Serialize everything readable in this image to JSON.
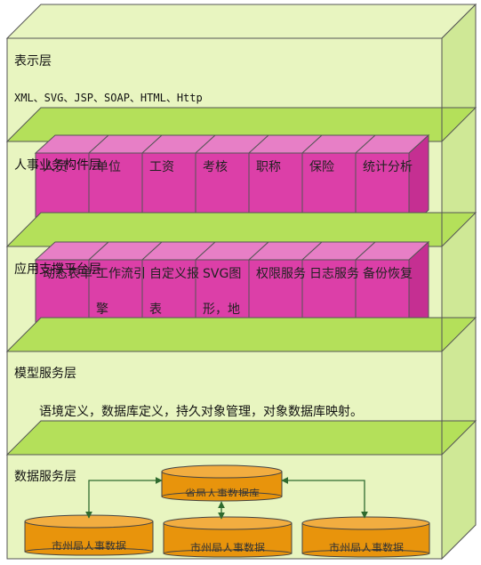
{
  "layers": [
    {
      "title": "表示层",
      "desc": "XML、SVG、JSP、SOAP、HTML、Http"
    },
    {
      "title": "人事业务构件层",
      "items": [
        "人员",
        "单位",
        "工资",
        "考核",
        "职称",
        "保险",
        "统计分析"
      ]
    },
    {
      "title": "应用支撑平台层",
      "items": [
        "动态表单",
        "工作流引擎",
        "自定义报表",
        "SVG图形，地",
        "权限服务",
        "日志服务",
        "备份恢复"
      ]
    },
    {
      "title": "模型服务层",
      "desc": "语境定义，数据库定义，持久对象管理，对象数据库映射。"
    },
    {
      "title": "数据服务层"
    }
  ],
  "databases": {
    "center": "省局人事数据库",
    "branches": [
      "市州局人事数据",
      "市州局人事数据",
      "市州局人事数据"
    ]
  },
  "colors": {
    "panel": "#e8f5c0",
    "panel_side": "#cfe896",
    "shelf": "#b4e05a",
    "cube_front": "#dc3fa8",
    "cube_top": "#e77fc6",
    "cube_side": "#c52f92",
    "db": "#e8940c",
    "arrow": "#2f6b2f"
  }
}
